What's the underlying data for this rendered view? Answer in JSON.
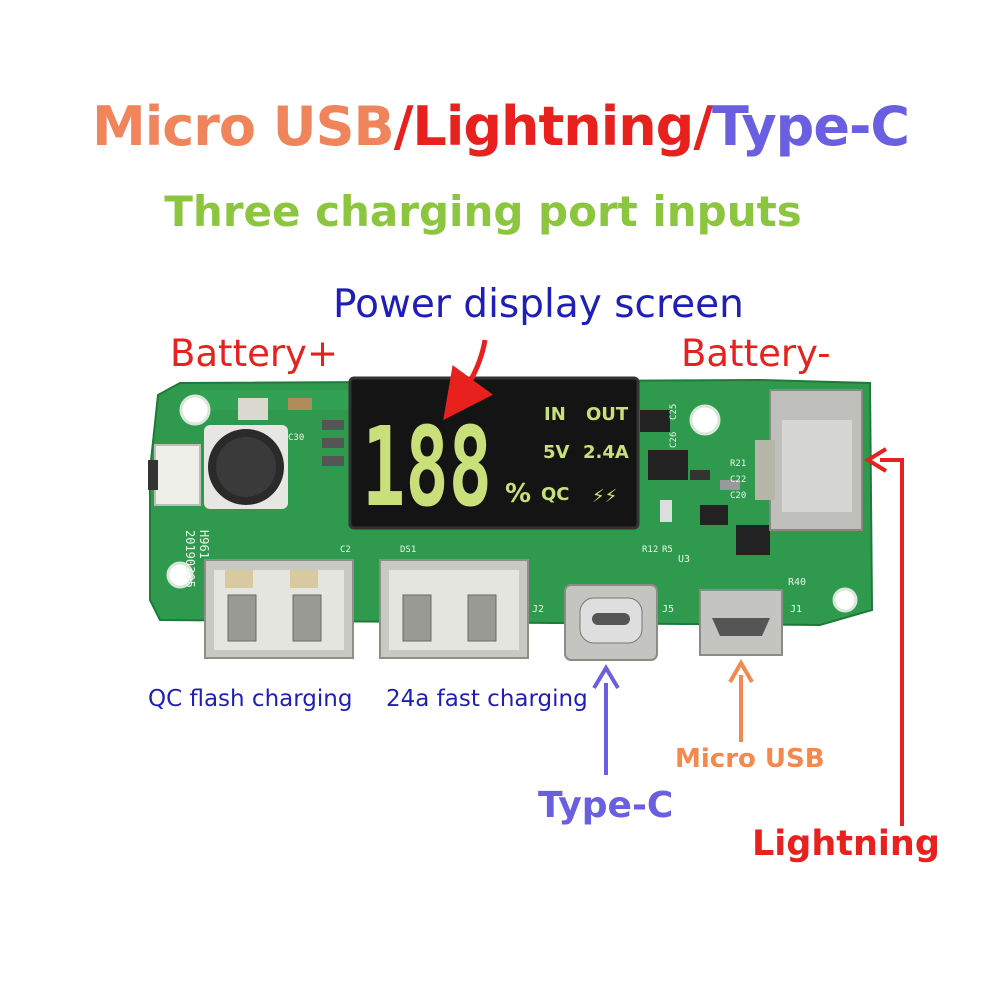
{
  "title": {
    "part1": "Micro USB",
    "sep1": "/",
    "part2": "Lightning",
    "sep2": "/",
    "part3": "Type-C"
  },
  "subtitle": "Three charging port inputs",
  "labels": {
    "display": "Power display screen",
    "battery_plus": "Battery+",
    "battery_minus": "Battery-",
    "qc_charging": "QC flash charging",
    "fast_charging": "24a fast charging",
    "type_c": "Type-C",
    "micro_usb": "Micro USB",
    "lightning": "Lightning"
  },
  "display": {
    "digits": "188",
    "percent": "%",
    "in": "IN",
    "out": "OUT",
    "voltage": "5V",
    "current": "2.4A",
    "qc": "QC",
    "bolt": "⚡⚡"
  },
  "silkscreen": {
    "date": "20190305",
    "board": "H961",
    "u3": "U3",
    "r40": "R40",
    "j1": "J1",
    "j2": "J2",
    "j5": "J5",
    "r12": "R12",
    "r5": "R5",
    "c2": "C2",
    "ds1": "DS1",
    "c30": "C30",
    "c25": "C25",
    "c26": "C26",
    "r21": "R21",
    "c22": "C22",
    "c20": "C20"
  },
  "colors": {
    "orange": "#f0845a",
    "red": "#e8211f",
    "purple": "#6a5fe0",
    "green": "#8cc63f",
    "navy": "#1f1fb8",
    "micro_orange": "#f4884d",
    "pcb": "#2f9a4e",
    "lcd_digit": "#c9e07a"
  }
}
